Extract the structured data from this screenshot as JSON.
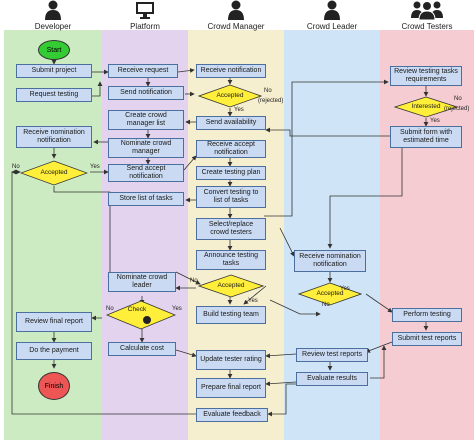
{
  "lanes": [
    {
      "key": "developer",
      "title": "Developer",
      "color": "#cdebc2",
      "actor": "person-icon"
    },
    {
      "key": "platform",
      "title": "Platform",
      "color": "#e3d3ef",
      "actor": "monitor-icon"
    },
    {
      "key": "manager",
      "title": "Crowd Manager",
      "color": "#f6efcf",
      "actor": "person-icon"
    },
    {
      "key": "leader",
      "title": "Crowd Leader",
      "color": "#cfe4f6",
      "actor": "person-icon"
    },
    {
      "key": "testers",
      "title": "Crowd Testers",
      "color": "#f4ccd2",
      "actor": "group-icon"
    }
  ],
  "colors": {
    "box": "#c9daf2",
    "decision": "#ffef3a",
    "start": "#33cc33",
    "finish": "#ee5555"
  },
  "terminals": {
    "start": "Start",
    "finish": "Finish"
  },
  "developer": {
    "submit_project": "Submit project",
    "request_testing": "Request testing",
    "receive_nomination": "Receive nomination notification",
    "accepted": "Accepted",
    "review_final_report": "Review final report",
    "do_payment": "Do the payment"
  },
  "platform": {
    "receive_request": "Receive request",
    "send_notification": "Send notification",
    "create_manager_list": "Create crowd manager list",
    "nominate_manager": "Nominate crowd manager",
    "send_accept": "Send accept notification",
    "store_tasks": "Store list of tasks",
    "nominate_leader": "Nominate crowd leader",
    "check": "Check",
    "calculate_cost": "Calculate cost",
    "evaluate_feedback": "Evaluate feedback"
  },
  "manager": {
    "receive_notification": "Receive notification",
    "accepted": "Accepted",
    "send_availability": "Send availability",
    "receive_accept": "Receive accept notification",
    "create_plan": "Create testing plan",
    "convert_testing": "Convert testing to list of tasks",
    "select_testers": "Select/replace crowd testers",
    "announce_tasks": "Announce testing tasks",
    "accepted2": "Accepted",
    "build_team": "Build testing team",
    "update_rating": "Update tester rating",
    "prepare_report": "Prepare final report"
  },
  "leader": {
    "receive_nomination": "Receive nomination notification",
    "accepted": "Accepted",
    "review_reports": "Review test reports",
    "evaluate_results": "Evaluate results"
  },
  "testers": {
    "review_requirements": "Review testing tasks requirements",
    "interested": "Interested",
    "submit_form": "Submit form with estimated time",
    "perform_testing": "Perform testing",
    "submit_reports": "Submit test reports"
  },
  "labels": {
    "yes": "Yes",
    "no": "No",
    "rejected": "(rejected)",
    "check_no": "No",
    "check_yes": "Yes"
  }
}
